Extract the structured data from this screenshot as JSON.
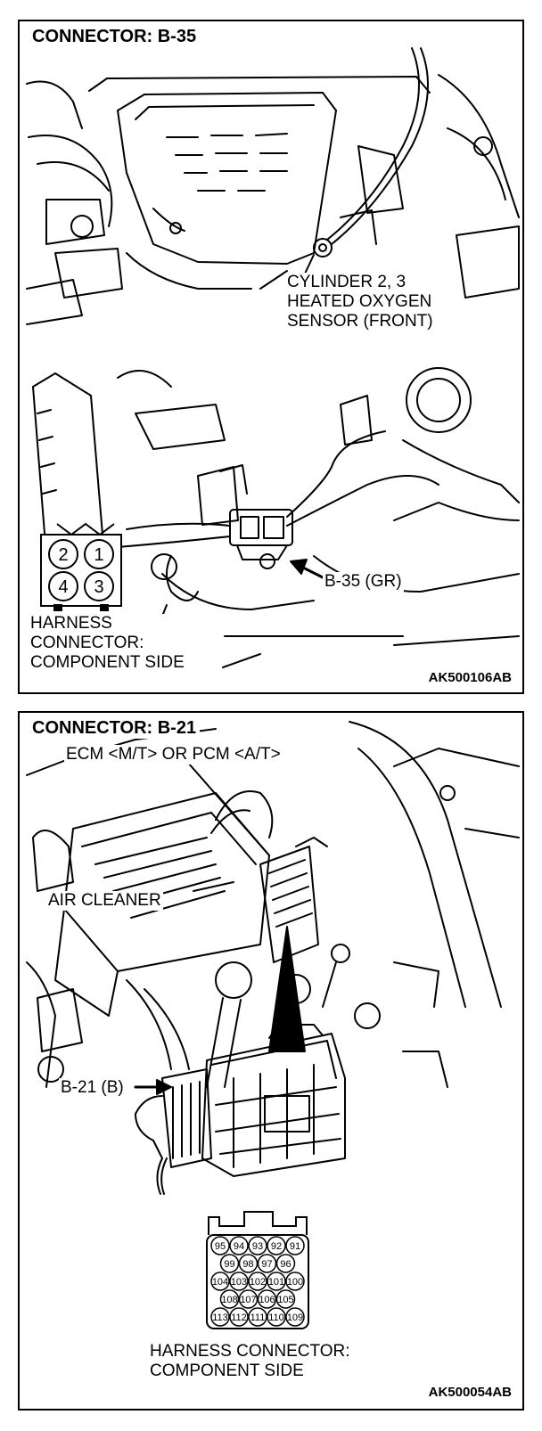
{
  "panel_top": {
    "title": "CONNECTOR: B-35",
    "sensor_label": [
      "CYLINDER 2, 3",
      "HEATED OXYGEN",
      "SENSOR (FRONT)"
    ],
    "connector_callout": "B-35 (GR)",
    "pin_numbers": [
      "2",
      "1",
      "4",
      "3"
    ],
    "harness_label": [
      "HARNESS",
      "CONNECTOR:",
      "COMPONENT SIDE"
    ],
    "figure_code": "AK500106AB"
  },
  "panel_bottom": {
    "title": "CONNECTOR: B-21",
    "ecm_label": "ECM <M/T> OR PCM <A/T>",
    "air_cleaner_label": "AIR CLEANER",
    "connector_callout": "B-21 (B)",
    "pin_rows": [
      [
        "95",
        "94",
        "93",
        "92",
        "91"
      ],
      [
        "99",
        "98",
        "97",
        "96"
      ],
      [
        "104",
        "103",
        "102",
        "101",
        "100"
      ],
      [
        "108",
        "107",
        "106",
        "105"
      ],
      [
        "113",
        "112",
        "111",
        "110",
        "109"
      ]
    ],
    "harness_label": [
      "HARNESS CONNECTOR:",
      "COMPONENT SIDE"
    ],
    "figure_code": "AK500054AB"
  }
}
